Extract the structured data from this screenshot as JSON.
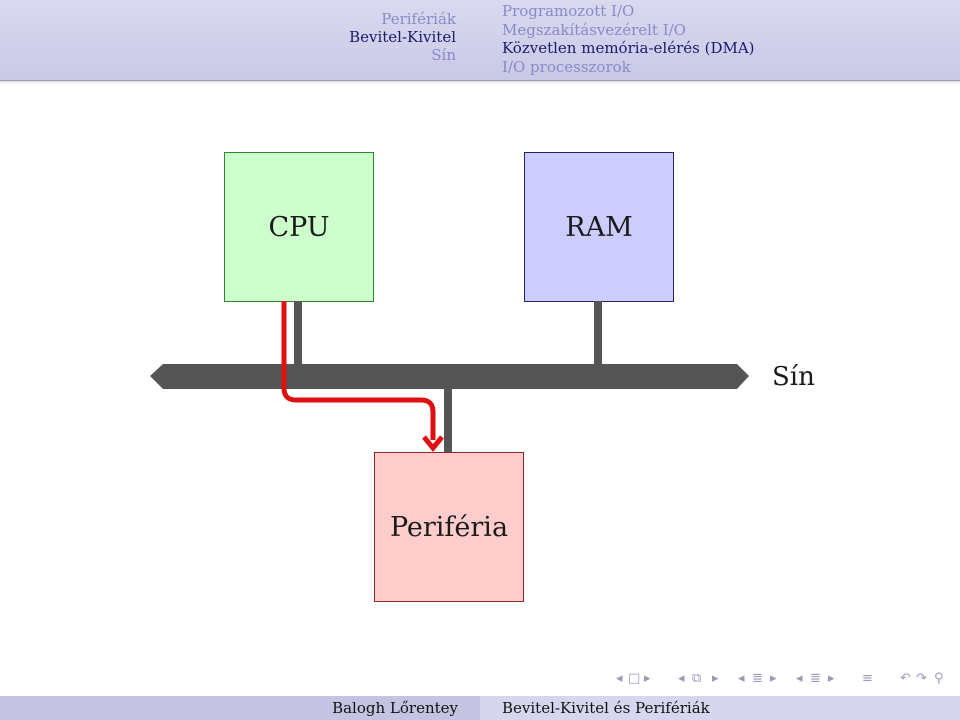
{
  "header": {
    "sections": [
      {
        "label": "Perifériák",
        "active": false
      },
      {
        "label": "Bevitel-Kivitel",
        "active": true
      },
      {
        "label": "Sín",
        "active": false
      }
    ],
    "subsections": [
      {
        "label": "Programozott I/O",
        "active": false
      },
      {
        "label": "Megszakításvezérelt I/O",
        "active": false
      },
      {
        "label": "Közvetlen memória-elérés (DMA)",
        "active": true
      },
      {
        "label": "I/O processzorok",
        "active": false
      }
    ]
  },
  "diagram": {
    "cpu_label": "CPU",
    "ram_label": "RAM",
    "peripheral_label": "Periféria",
    "bus_label": "Sín",
    "colors": {
      "cpu_fill": "#ccffcc",
      "ram_fill": "#ccccff",
      "peripheral_fill": "#ffcccc",
      "bus": "#555555",
      "data_path": "#dd1111"
    }
  },
  "navigation": {
    "icons": [
      "nav-prev-frame",
      "nav-frame",
      "nav-next-frame",
      "nav-prev-subsection",
      "nav-subsection",
      "nav-next-subsection",
      "nav-prev-section",
      "nav-section",
      "nav-next-section",
      "nav-align",
      "nav-search",
      "nav-back"
    ]
  },
  "footer": {
    "author": "Balogh Lőrentey",
    "title": "Bevitel-Kivitel és Perifériák"
  }
}
